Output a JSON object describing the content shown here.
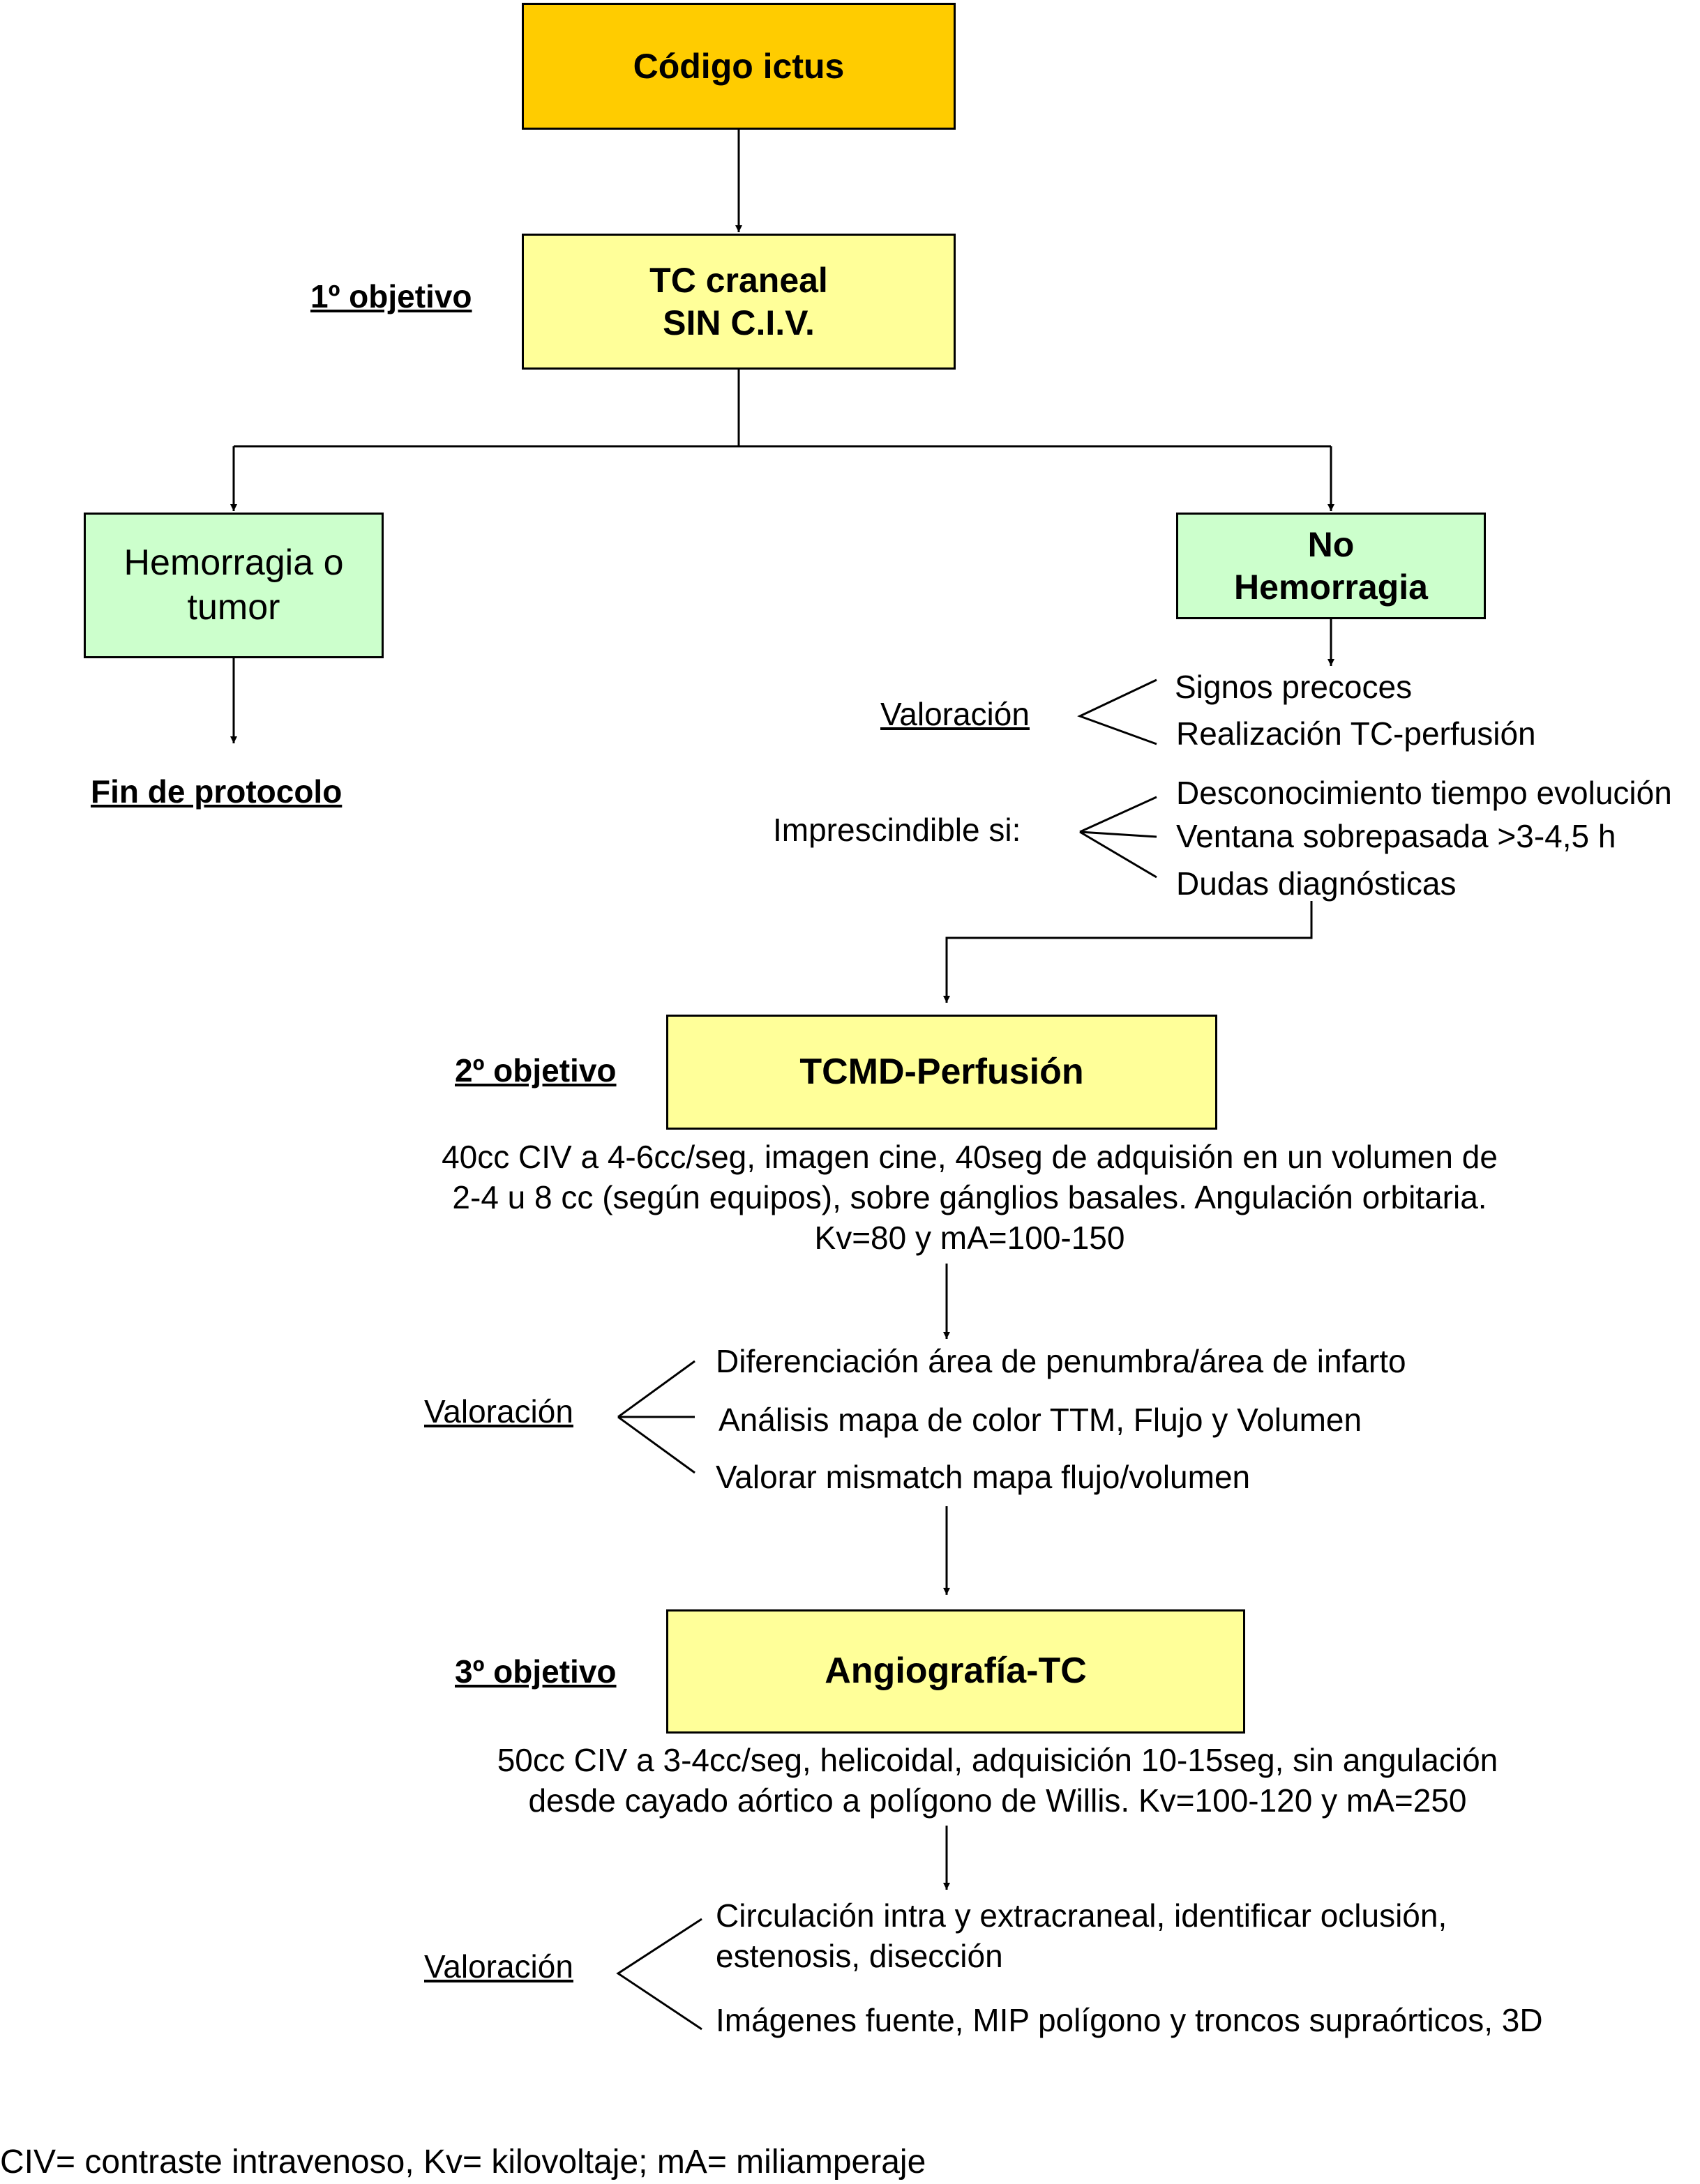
{
  "boxes": {
    "codigo_ictus": "Código ictus",
    "tc_craneal": [
      "TC craneal",
      "SIN C.I.V."
    ],
    "hemorragia_tumor": [
      "Hemorragia o",
      "tumor"
    ],
    "no_hemorragia": [
      "No",
      "Hemorragia"
    ],
    "tcmd_perfusion": "TCMD-Perfusión",
    "angiografia_tc": "Angiografía-TC"
  },
  "objectives": {
    "first": "1º objetivo",
    "second": "2º objetivo",
    "third": "3º objetivo"
  },
  "fin_protocolo": "Fin de protocolo",
  "valoracion_1": {
    "label": "Valoración",
    "items": [
      "Signos precoces",
      "Realización TC-perfusión"
    ]
  },
  "imprescindible": {
    "label": "Imprescindible si:",
    "items": [
      "Desconocimiento tiempo evolución",
      "Ventana sobrepasada >3-4,5 h",
      "Dudas diagnósticas"
    ]
  },
  "perfusion_params": [
    "40cc CIV a 4-6cc/seg, imagen cine, 40seg de adquisión en un volumen de",
    "2-4 u 8 cc (según equipos), sobre gánglios basales. Angulación orbitaria.",
    "Kv=80 y mA=100-150"
  ],
  "valoracion_2": {
    "label": "Valoración",
    "items": [
      "Diferenciación área de penumbra/área de infarto",
      "Análisis mapa de color TTM, Flujo y Volumen",
      "Valorar mismatch mapa flujo/volumen"
    ]
  },
  "angio_params": [
    "50cc CIV a 3-4cc/seg, helicoidal, adquisición 10-15seg, sin angulación",
    "desde cayado aórtico a polígono de Willis. Kv=100-120 y mA=250"
  ],
  "valoracion_3": {
    "label": "Valoración",
    "items": [
      "Circulación intra y extracraneal, identificar oclusión,",
      "estenosis, disección",
      "Imágenes fuente, MIP polígono y troncos supraórticos, 3D"
    ]
  },
  "footnote": "CIV= contraste intravenoso, Kv= kilovoltaje; mA= miliamperaje",
  "colors": {
    "orange_box": "#ffcc00",
    "yellow_box": "#ffff99",
    "green_box": "#ccffcc"
  }
}
